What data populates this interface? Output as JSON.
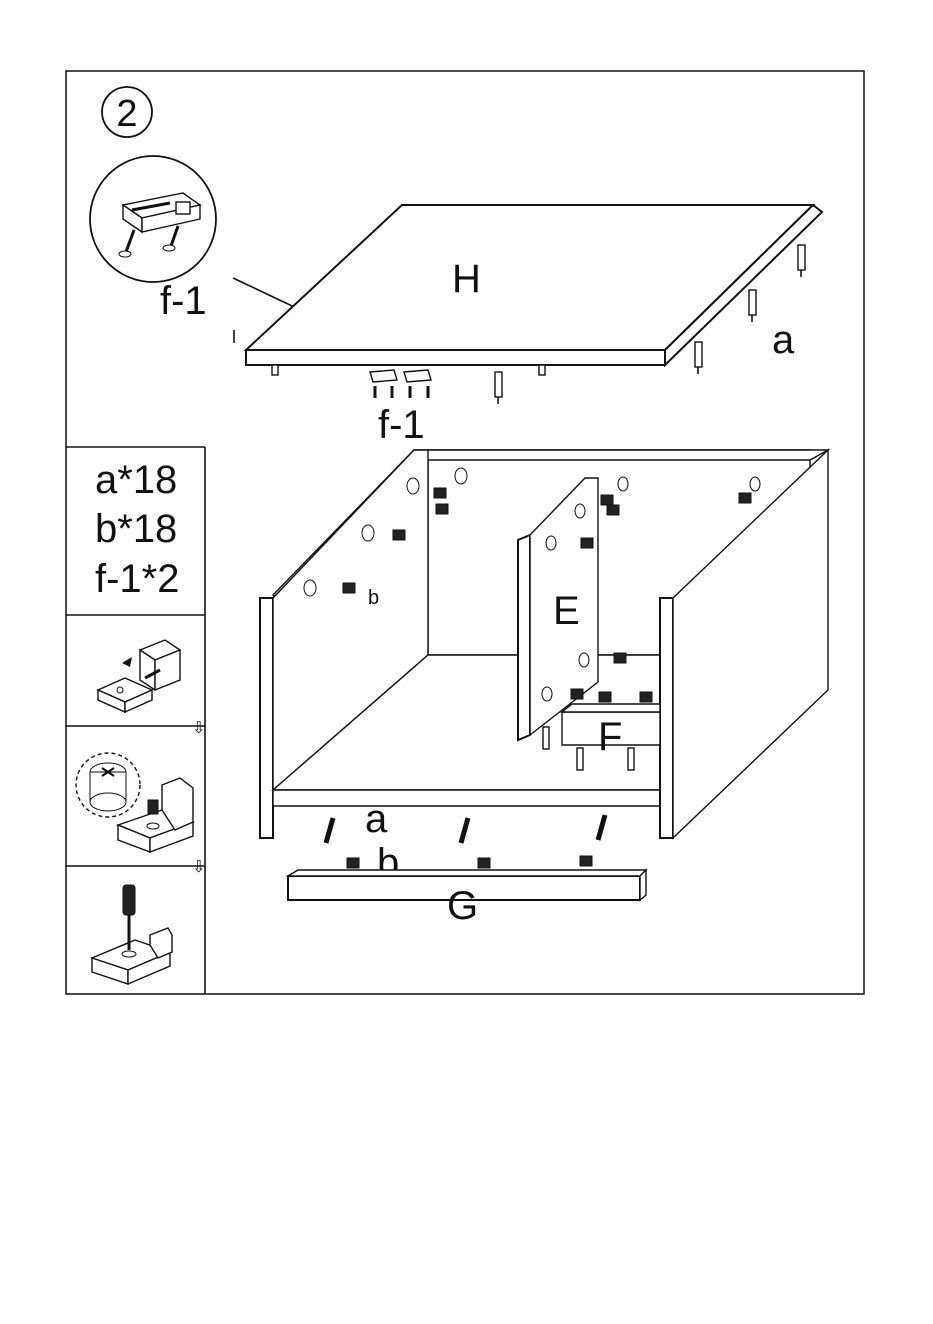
{
  "step": {
    "number": "2"
  },
  "counts": [
    {
      "text": "a*18"
    },
    {
      "text": "b*18"
    },
    {
      "text": "f-1*2"
    }
  ],
  "labels": {
    "detail_f1": "f-1",
    "panel_H": "H",
    "dowel_a_top": "a",
    "bracket_f1": "f-1",
    "cam_b": "b",
    "panel_E": "E",
    "panel_F": "F",
    "dowel_a_bottom": "a",
    "cam_b_bottom": "b",
    "panel_G": "G"
  },
  "icons": [
    "magnified-bracket-icon",
    "dowel-insert-icon",
    "cam-lock-icon",
    "screwdriver-icon",
    "down-arrow-icon"
  ]
}
